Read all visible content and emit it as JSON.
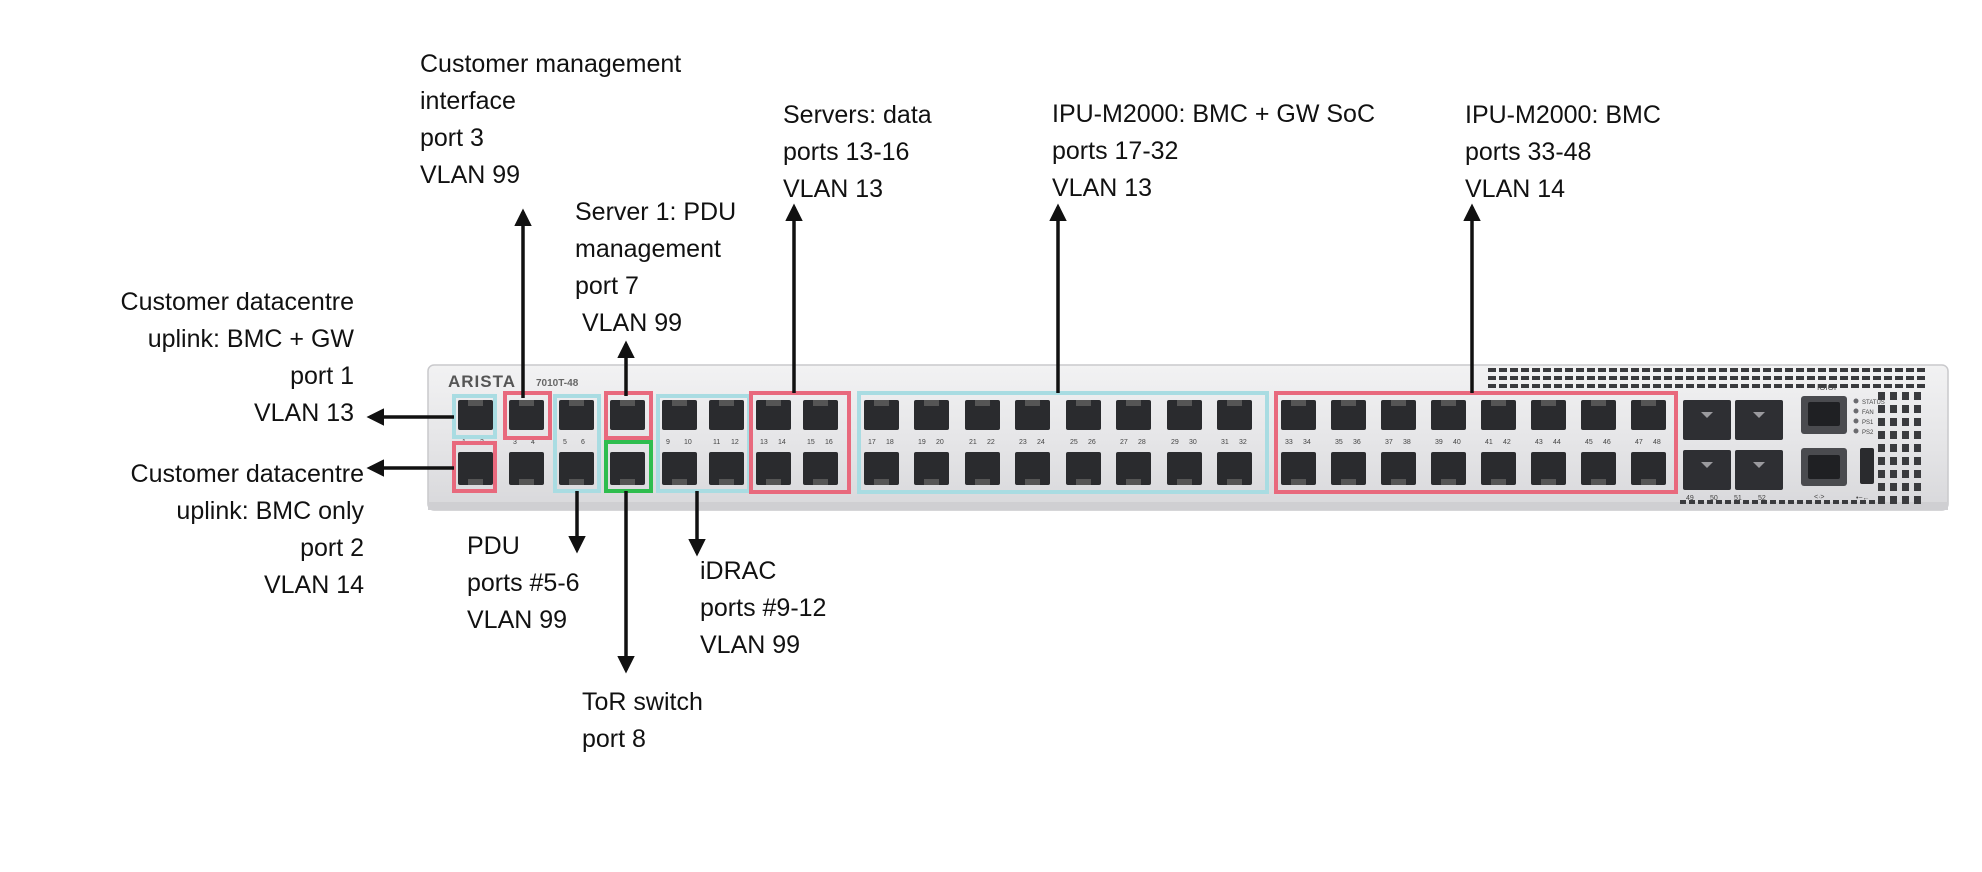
{
  "switch": {
    "brand": "ARISTA",
    "model": "7010T-48",
    "console_label": "IOIOI",
    "status_leds": [
      "STATUS",
      "FAN",
      "PS1",
      "PS2"
    ],
    "sfp_port_labels": [
      "49",
      "50",
      "51",
      "52"
    ],
    "mgmt_label": "<·>",
    "usb_label": "•~←",
    "top_port_numbers": [
      "1",
      "3",
      "5",
      "7",
      "9",
      "11",
      "13",
      "15",
      "17",
      "19",
      "21",
      "23",
      "25",
      "27",
      "29",
      "31",
      "33",
      "35",
      "37",
      "39",
      "41",
      "43",
      "45",
      "47"
    ],
    "bottom_port_numbers": [
      "2",
      "4",
      "6",
      "8",
      "10",
      "12",
      "14",
      "16",
      "18",
      "20",
      "22",
      "24",
      "26",
      "28",
      "30",
      "32",
      "34",
      "36",
      "38",
      "40",
      "42",
      "44",
      "46",
      "48"
    ]
  },
  "colors": {
    "pink": "#E8697D",
    "light_blue": "#A9DCE2",
    "green": "#2EBD4E",
    "arrow": "#111111",
    "chassis": "#E9E9EA",
    "port_dark": "#2A2B2E"
  },
  "annotations": {
    "cust_mgmt": [
      "Customer management",
      "interface",
      "port 3",
      "VLAN 99"
    ],
    "servers_data": [
      "Servers: data",
      "ports 13-16",
      "VLAN 13"
    ],
    "ipu_bmc_gw": [
      "IPU-M2000: BMC + GW SoC",
      "ports 17-32",
      "VLAN 13"
    ],
    "ipu_bmc": [
      "IPU-M2000: BMC",
      "ports 33-48",
      "VLAN 14"
    ],
    "server1_pdu": [
      "Server 1: PDU",
      "management",
      "port 7",
      " VLAN 99"
    ],
    "uplink_bmc_gw": [
      "Customer datacentre",
      "uplink: BMC + GW",
      "port 1",
      "VLAN 13"
    ],
    "uplink_bmc_only": [
      "Customer datacentre",
      "uplink: BMC only",
      "port 2",
      "VLAN 14"
    ],
    "pdu": [
      "PDU",
      "ports #5-6",
      "VLAN 99"
    ],
    "idrac": [
      "iDRAC",
      "ports #9-12",
      "VLAN 99"
    ],
    "tor": [
      "ToR switch",
      "port 8"
    ]
  }
}
